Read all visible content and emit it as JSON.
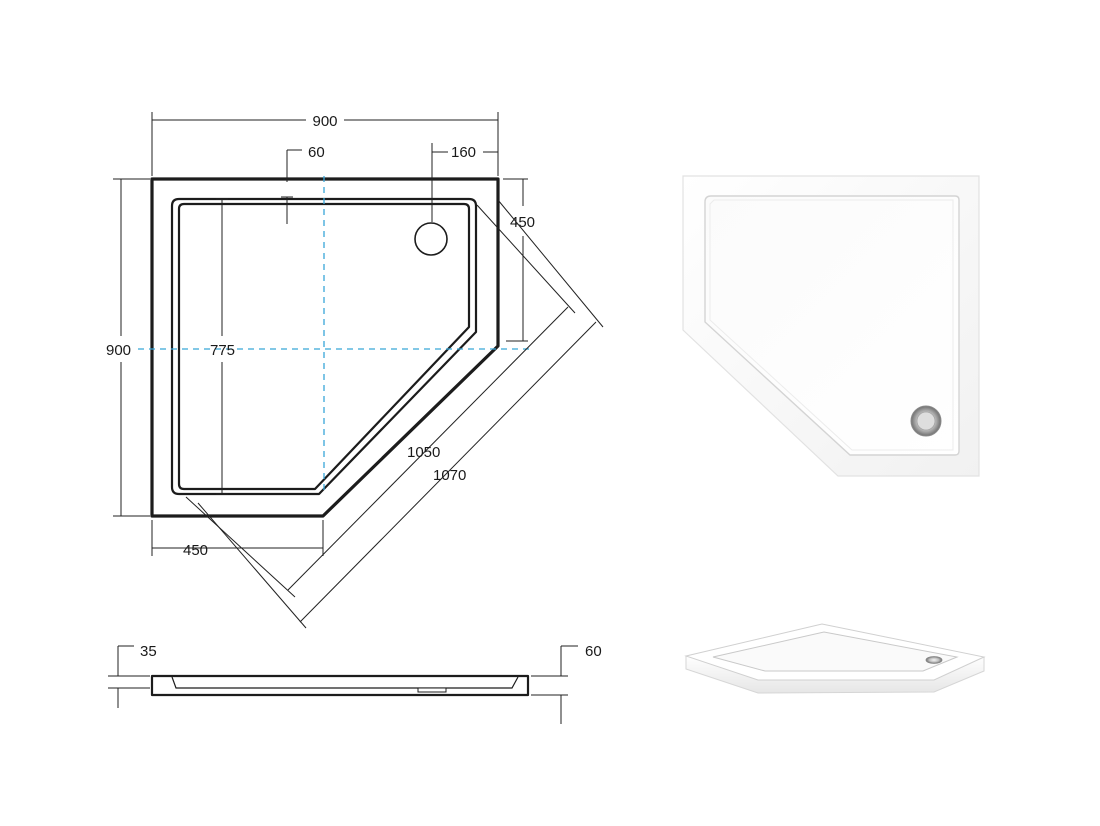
{
  "dimensions": {
    "overall_width": "900",
    "overall_depth": "900",
    "rim_width": "60",
    "drain_offset": "160",
    "drain_from_edge": "450",
    "inner_depth": "775",
    "straight_side": "450",
    "diagonal_inner": "1050",
    "diagonal_outer": "1070",
    "tray_height": "35",
    "total_height": "60"
  },
  "colors": {
    "line": "#1c1c1c",
    "centerline": "#38a6d8",
    "tray_surface": "#ffffff"
  },
  "icons": {
    "drain": "drain-circle-icon"
  }
}
